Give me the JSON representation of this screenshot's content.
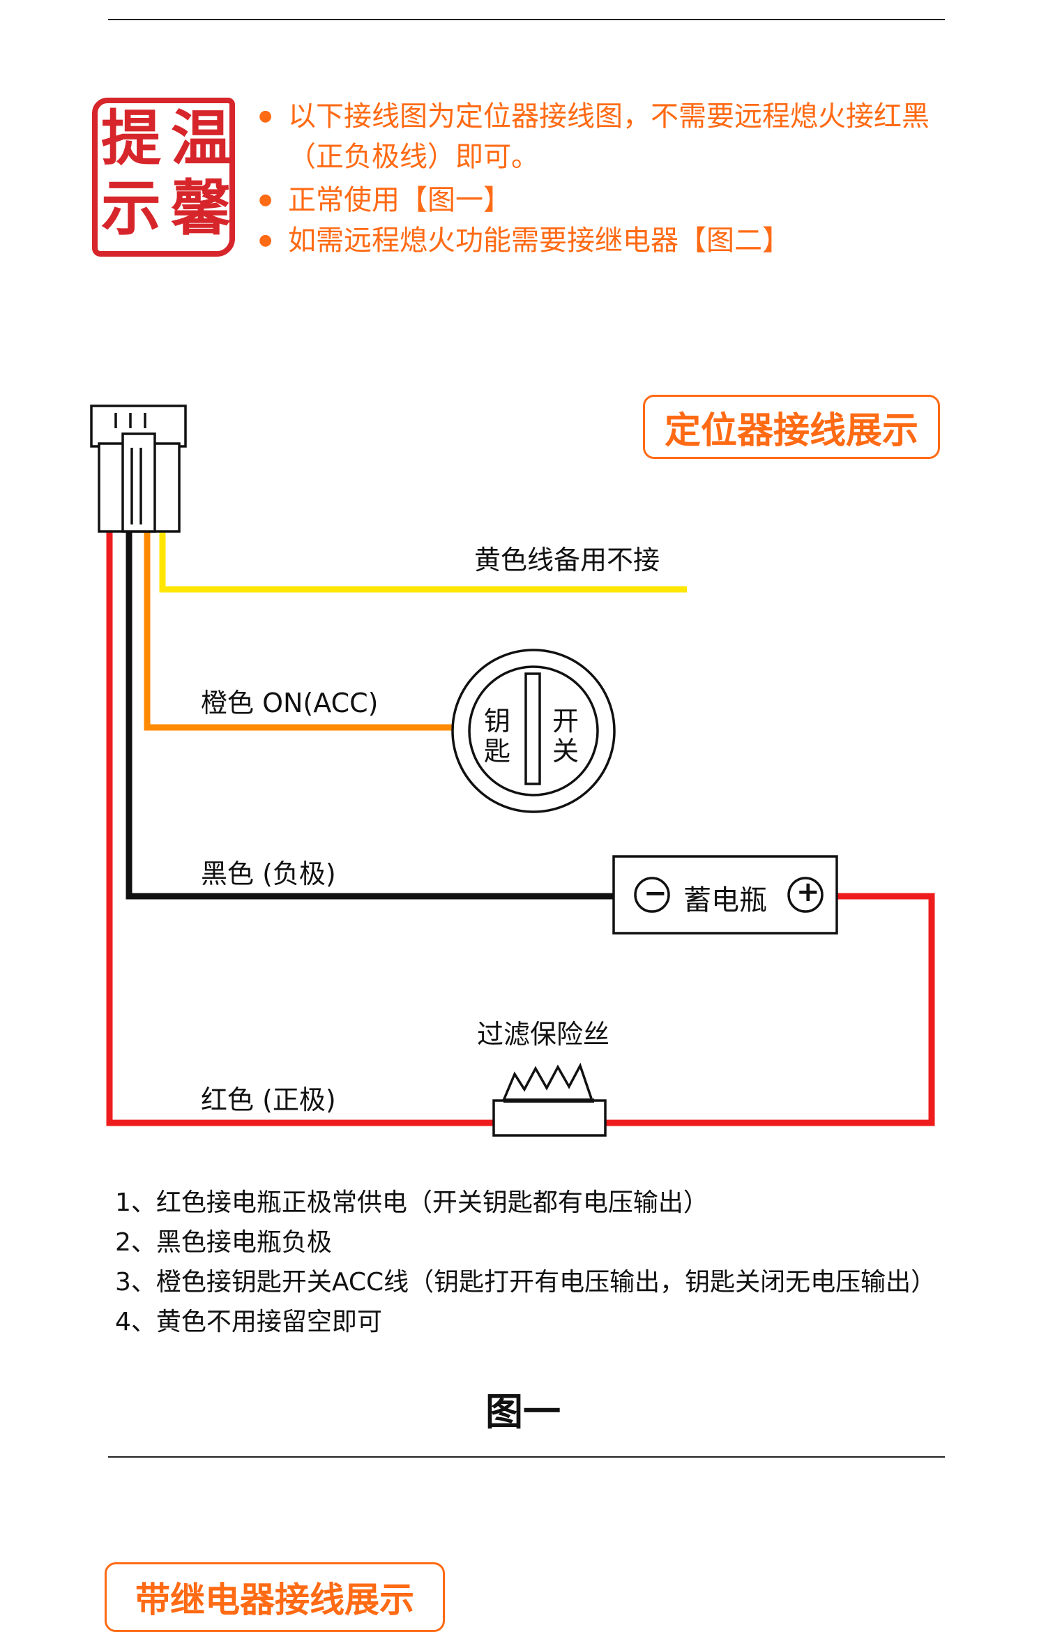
{
  "seal": {
    "chars": [
      "温",
      "馨",
      "提",
      "示"
    ],
    "color": "#d7262b"
  },
  "tips": [
    "以下接线图为定位器接线图，不需要远程熄火接红黑（正负极线）即可。",
    "正常使用【图一】",
    "如需远程熄火功能需要接继电器【图二】"
  ],
  "diagram": {
    "title_badge": "定位器接线展示",
    "labels": {
      "yellow": "黄色线备用不接",
      "orange": "橙色 ON(ACC)",
      "black": "黑色 (负极)",
      "red": "红色 (正极)",
      "fuse": "过滤保险丝",
      "battery": "蓄电瓶",
      "battery_minus": "−",
      "battery_plus": "+",
      "key_left_1": "钥",
      "key_left_2": "匙",
      "key_right_1": "开",
      "key_right_2": "关"
    },
    "wire_colors": {
      "red": "#ee1c1c",
      "black": "#111111",
      "orange": "#ff8a00",
      "yellow": "#ffe600"
    }
  },
  "notes": [
    "1、红色接电瓶正极常供电（开关钥匙都有电压输出）",
    "2、黑色接电瓶负极",
    "3、橙色接钥匙开关ACC线（钥匙打开有电压输出，钥匙关闭无电压输出）",
    "4、黄色不用接留空即可"
  ],
  "figure_caption": "图一",
  "next_badge": "带继电器接线展示",
  "accent_color": "#ff6a14"
}
